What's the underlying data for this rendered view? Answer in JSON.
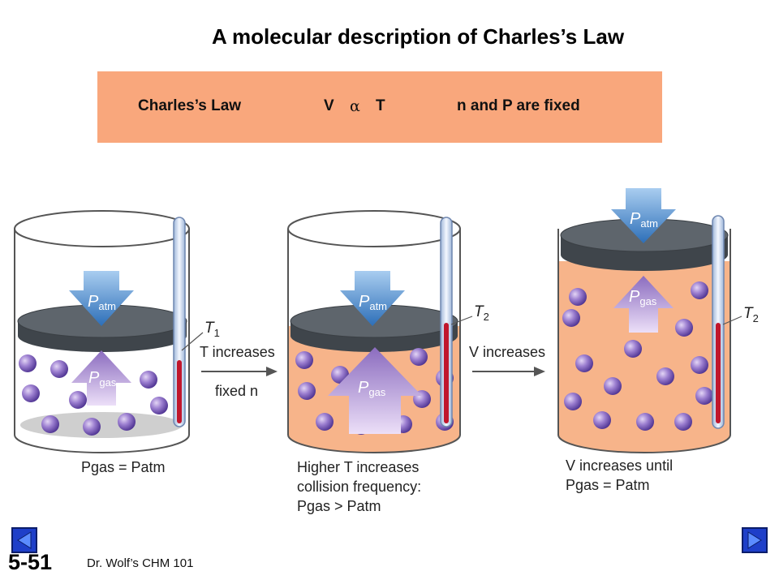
{
  "title": "A molecular description of Charles’s Law",
  "banner": {
    "law_name": "Charles’s Law",
    "relation_v": "V",
    "relation_symbol": "α",
    "relation_t": "T",
    "conditions": "n and P are fixed"
  },
  "labels": {
    "p": "P",
    "atm": "atm",
    "gas": "gas",
    "t1_letter": "T",
    "t1_sub": "1",
    "t2_letter": "T",
    "t2_sub": "2",
    "arrow1_line1": "T increases",
    "arrow1_line2": "fixed n",
    "arrow2_line1": "V increases",
    "caption1": "Pgas = Patm",
    "caption2_line1": "Higher T increases",
    "caption2_line2": "collision frequency:",
    "caption2_line3": "Pgas > Patm",
    "caption3_line1": "V increases until",
    "caption3_line2": "Pgas = Patm"
  },
  "footer": {
    "slide_number": "5-51",
    "course": "Dr. Wolf’s CHM 101"
  },
  "colors": {
    "banner": "#f9a77c",
    "heated_gas": "#f7b48a",
    "piston": "#5b6168",
    "atm_arrow": "#3b7fc4",
    "gas_arrow": "#9a7cc7",
    "molecule": "#7b5bb8",
    "mercury": "#c0162c",
    "nav_button": "#1e3fc9"
  },
  "icons": [
    "back-arrow-icon",
    "forward-arrow-icon"
  ]
}
